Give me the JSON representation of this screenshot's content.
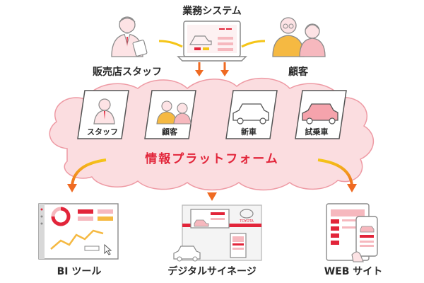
{
  "top": {
    "business_system": "業務システム",
    "dealer_staff": "販売店スタッフ",
    "customer": "顧客"
  },
  "cards": [
    {
      "label": "スタッフ",
      "icon": "staff-person-icon"
    },
    {
      "label": "顧客",
      "icon": "customers-icon"
    },
    {
      "label": "新車",
      "icon": "new-car-icon"
    },
    {
      "label": "試乗車",
      "icon": "test-drive-car-icon"
    }
  ],
  "platform": {
    "label": "情報プラットフォーム"
  },
  "outputs": {
    "bi_tool": "BI ツール",
    "digital_signage": "デジタルサイネージ",
    "web_site": "WEB サイト"
  },
  "signage": {
    "brand": "TOYOTA"
  },
  "colors": {
    "red": "#e2253a",
    "orange": "#f08a1c",
    "yellow": "#f5c518",
    "pink": "#f6b8be",
    "cloud": "#fbdde0",
    "gray": "#8a8a8a"
  }
}
